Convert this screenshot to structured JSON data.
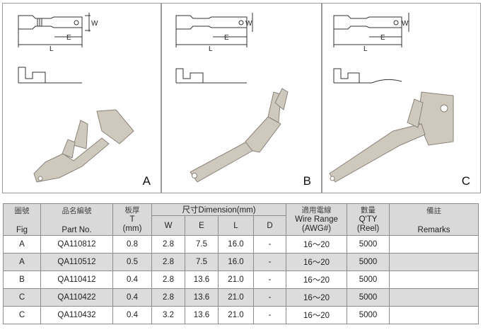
{
  "figures": [
    {
      "label": "A",
      "dims": [
        "W",
        "E",
        "L"
      ]
    },
    {
      "label": "B",
      "dims": [
        "W",
        "E",
        "L"
      ]
    },
    {
      "label": "C",
      "dims": [
        "W",
        "E",
        "L"
      ]
    }
  ],
  "table": {
    "headers": {
      "fig_zh": "圖號",
      "fig_en": "Fig",
      "part_zh": "品名編號",
      "part_en": "Part No.",
      "thick_zh": "板厚",
      "thick_en1": "T",
      "thick_en2": "(mm)",
      "dim": "尺寸Dimension(mm)",
      "w": "W",
      "e": "E",
      "l": "L",
      "d": "D",
      "wire_zh": "適用電線",
      "wire_en1": "Wire Range",
      "wire_en2": "(AWG#)",
      "qty_zh": "數量",
      "qty_en1": "Q'TY",
      "qty_en2": "(Reel)",
      "rem_zh": "備註",
      "rem_en": "Remarks"
    },
    "rows": [
      {
        "fig": "A",
        "part": "QA110812",
        "t": "0.8",
        "w": "2.8",
        "e": "7.5",
        "l": "16.0",
        "d": "-",
        "wire": "16～20",
        "qty": "5000",
        "remarks": ""
      },
      {
        "fig": "A",
        "part": "QA110512",
        "t": "0.5",
        "w": "2.8",
        "e": "7.5",
        "l": "16.0",
        "d": "-",
        "wire": "16～20",
        "qty": "5000",
        "remarks": ""
      },
      {
        "fig": "B",
        "part": "QA110412",
        "t": "0.4",
        "w": "2.8",
        "e": "13.6",
        "l": "21.0",
        "d": "-",
        "wire": "16～20",
        "qty": "5000",
        "remarks": ""
      },
      {
        "fig": "C",
        "part": "QA110422",
        "t": "0.4",
        "w": "2.8",
        "e": "13.6",
        "l": "21.0",
        "d": "-",
        "wire": "16～20",
        "qty": "5000",
        "remarks": ""
      },
      {
        "fig": "C",
        "part": "QA110432",
        "t": "0.4",
        "w": "3.2",
        "e": "13.6",
        "l": "21.0",
        "d": "-",
        "wire": "16～20",
        "qty": "5000",
        "remarks": ""
      }
    ]
  }
}
